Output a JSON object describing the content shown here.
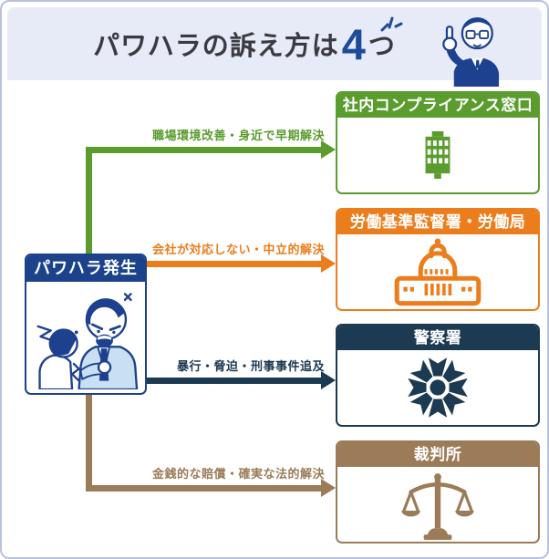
{
  "title": {
    "prefix": "パワハラの訴え方は",
    "count": "4",
    "suffix": "つ"
  },
  "source": {
    "label": "パワハラ発生"
  },
  "routes": [
    {
      "label": "職場環境改善・身近で早期解決",
      "destination": "社内コンプライアンス窓口",
      "icon": "office-building-icon",
      "color": "#5b9c2e"
    },
    {
      "label": "会社が対応しない・中立的解決",
      "destination": "労働基準監督署・労働局",
      "icon": "government-building-icon",
      "color": "#ec7d1d"
    },
    {
      "label": "暴行・脅迫・刑事事件追及",
      "destination": "警察署",
      "icon": "police-emblem-icon",
      "color": "#1c3a52"
    },
    {
      "label": "金銭的な賠償・確実な法的解決",
      "destination": "裁判所",
      "icon": "scales-of-justice-icon",
      "color": "#9b7b58"
    }
  ],
  "colors": {
    "canvas_border": "#b8c2de",
    "header_background": "#e7ebf7",
    "title_text": "#3a3a40",
    "title_accent_blue": "#1e4a9a",
    "source_navy": "#1b428a",
    "illustration_navy": "#1e418f",
    "illustration_light_blue": "#c9e0f2",
    "route_green": "#5b9c2e",
    "route_orange": "#ec7d1d",
    "route_police_navy": "#1c3a52",
    "route_brown": "#9b7b58"
  }
}
